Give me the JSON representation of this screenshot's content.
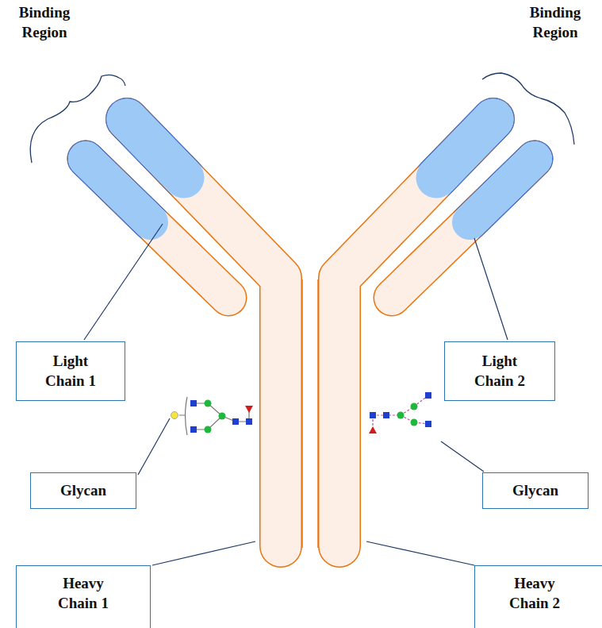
{
  "diagram": {
    "nodes": [
      {
        "text": [
          "Light Chain 1"
        ]
      },
      {
        "text": [
          "Light Chain 2"
        ]
      },
      {
        "text": [
          "Glycan"
        ]
      },
      {
        "text": [
          "Glycan"
        ]
      },
      {
        "text": [
          "Heavy Chain 1"
        ]
      },
      {
        "text": [
          "Heavy Chain 2"
        ]
      }
    ],
    "labels": [
      "Binding Region",
      "Binding Region"
    ]
  }
}
